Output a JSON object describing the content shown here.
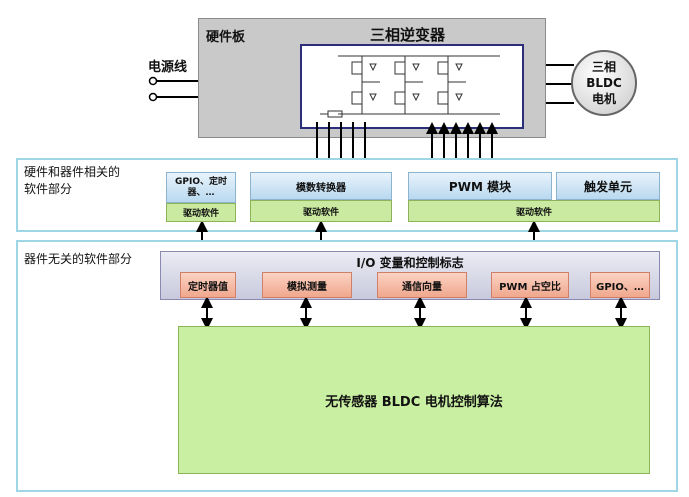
{
  "diagram": {
    "hardware_board_label": "硬件板",
    "inverter_label": "三相逆变器",
    "power_line_label": "电源线",
    "motor": {
      "line1": "三相",
      "line2": "BLDC",
      "line3": "电机"
    },
    "hw_software_section": {
      "line1": "硬件和器件相关的",
      "line2": "软件部分"
    },
    "hw_modules": {
      "gpio_timer": {
        "line1": "GPIO、定时",
        "line2": "器、…"
      },
      "adc": "模数转换器",
      "pwm": "PWM 模块",
      "trigger": "触发单元"
    },
    "driver_label": "驱动软件",
    "indep_section": "器件无关的软件部分",
    "io_flags": "I/O 变量和控制标志",
    "io_items": [
      "定时器值",
      "模拟测量",
      "通信向量",
      "PWM 占空比",
      "GPIO、…"
    ],
    "algorithm": "无传感器 BLDC 电机控制算法",
    "colors": {
      "board": "#c9c9c9",
      "inverter_border": "#2b2f7a",
      "panel_border": "#9fd6e6",
      "blue_box": "#b9d9f0",
      "green_box": "#c9eaa0",
      "red_box": "#f0a78d",
      "algo_box": "#c9f0a2"
    }
  }
}
